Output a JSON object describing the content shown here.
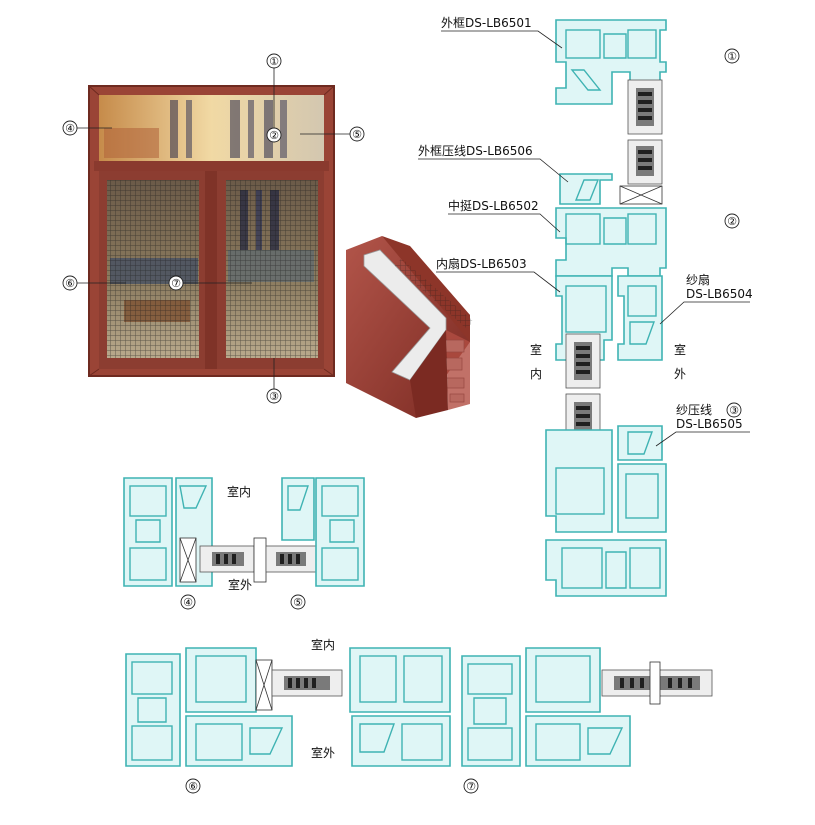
{
  "palette": {
    "frame_red": "#9a4436",
    "frame_dark": "#6e2a20",
    "profile_teal": "#3fb3b3",
    "profile_fill": "#dff6f6",
    "glass_gray": "#eeeeee"
  },
  "photo": {
    "markers": [
      "①",
      "②",
      "③",
      "④",
      "⑤",
      "⑥",
      "⑦"
    ]
  },
  "labels": {
    "outer_frame": "外框DS-LB6501",
    "outer_frame_bead": "外框压线DS-LB6506",
    "mullion": "中挺DS-LB6502",
    "inner_sash": "内扇DS-LB6503",
    "screen_sash_line1": "纱扇",
    "screen_sash_line2": "DS-LB6504",
    "screen_bead_line1": "纱压线",
    "screen_bead_line2": "DS-LB6505"
  },
  "section_markers": {
    "s1": "①",
    "s2": "②",
    "s3": "③",
    "s4": "④",
    "s5": "⑤",
    "s6": "⑥",
    "s7": "⑦"
  },
  "sides": {
    "indoor_v1": "室",
    "indoor_v2": "内",
    "outdoor_v1": "室",
    "outdoor_v2": "外",
    "indoor": "室内",
    "outdoor": "室外"
  }
}
